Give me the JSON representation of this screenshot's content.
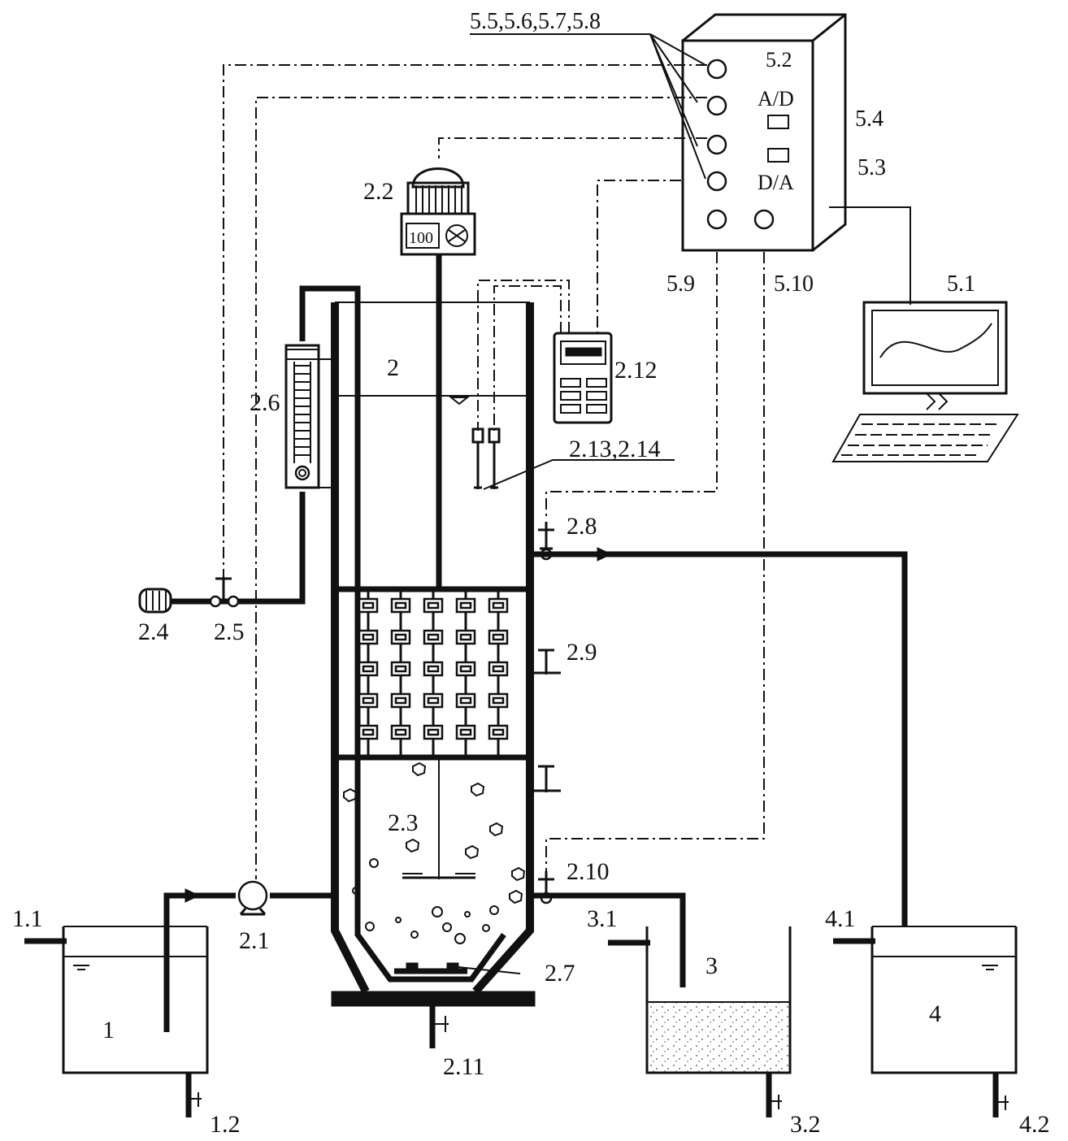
{
  "labels": {
    "tank1": "1",
    "tank1_inlet": "1.1",
    "tank1_drain": "1.2",
    "reactor": "2",
    "feed_pump": "2.1",
    "motor": "2.2",
    "motor_display": "100",
    "stirrer_zone": "2.3",
    "air_blower": "2.4",
    "air_valve": "2.5",
    "flowmeter": "2.6",
    "aerator": "2.7",
    "effluent_valve": "2.8",
    "sample_valve": "2.9",
    "sludge_valve": "2.10",
    "bottom_drain": "2.11",
    "meter": "2.12",
    "probes": "2.13,2.14",
    "tank3": "3",
    "tank3_inlet": "3.1",
    "tank3_drain": "3.2",
    "tank4": "4",
    "tank4_inlet": "4.1",
    "tank4_drain": "4.2",
    "computer": "5.1",
    "ctrl_panel": "5.2",
    "ctrl_5_3": "5.3",
    "ctrl_5_4": "5.4",
    "ctrl_ports": "5.5,5.6,5.7,5.8",
    "line_5_9": "5.9",
    "line_5_10": "5.10",
    "ad": "A/D",
    "da": "D/A"
  }
}
